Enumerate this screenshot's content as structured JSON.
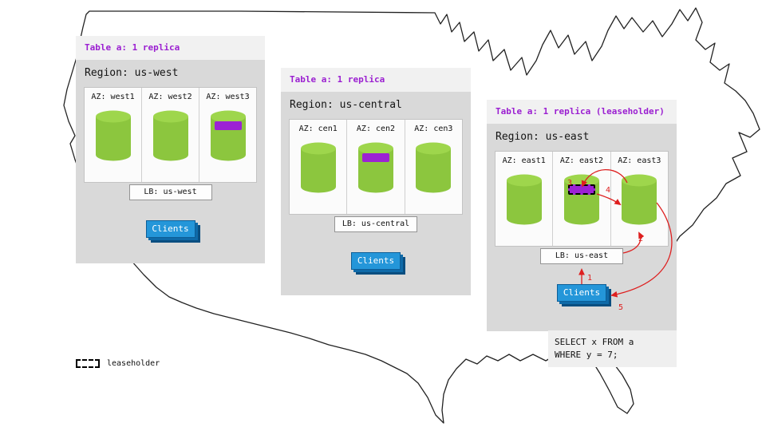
{
  "regions": [
    {
      "header": "Table a: 1 replica",
      "title": "Region: us-west",
      "azs": [
        {
          "label": "AZ: west1",
          "replica": false,
          "leaseholder": false
        },
        {
          "label": "AZ: west2",
          "replica": false,
          "leaseholder": false
        },
        {
          "label": "AZ: west3",
          "replica": true,
          "leaseholder": false
        }
      ],
      "lb_label": "LB: us-west",
      "clients_label": "Clients"
    },
    {
      "header": "Table a: 1 replica",
      "title": "Region: us-central",
      "azs": [
        {
          "label": "AZ: cen1",
          "replica": false,
          "leaseholder": false
        },
        {
          "label": "AZ: cen2",
          "replica": true,
          "leaseholder": false
        },
        {
          "label": "AZ: cen3",
          "replica": false,
          "leaseholder": false
        }
      ],
      "lb_label": "LB: us-central",
      "clients_label": "Clients"
    },
    {
      "header": "Table a: 1 replica (leaseholder)",
      "title": "Region: us-east",
      "azs": [
        {
          "label": "AZ: east1",
          "replica": false,
          "leaseholder": false
        },
        {
          "label": "AZ: east2",
          "replica": true,
          "leaseholder": true
        },
        {
          "label": "AZ: east3",
          "replica": false,
          "leaseholder": false
        }
      ],
      "lb_label": "LB: us-east",
      "clients_label": "Clients"
    }
  ],
  "query_box": {
    "line1": "SELECT x FROM a",
    "line2": "WHERE y = 7;"
  },
  "flow_labels": [
    "1",
    "2",
    "3",
    "4",
    "5"
  ],
  "legend": {
    "label": "leaseholder"
  },
  "colors": {
    "replica_green": "#8cc63e",
    "replica_purple": "#9c22d4",
    "clients_blue": "#2496d9",
    "arrow_red": "#de1f1f",
    "table_header_purple": "#9b1fd1",
    "panel_gray": "#d9d9d9"
  }
}
